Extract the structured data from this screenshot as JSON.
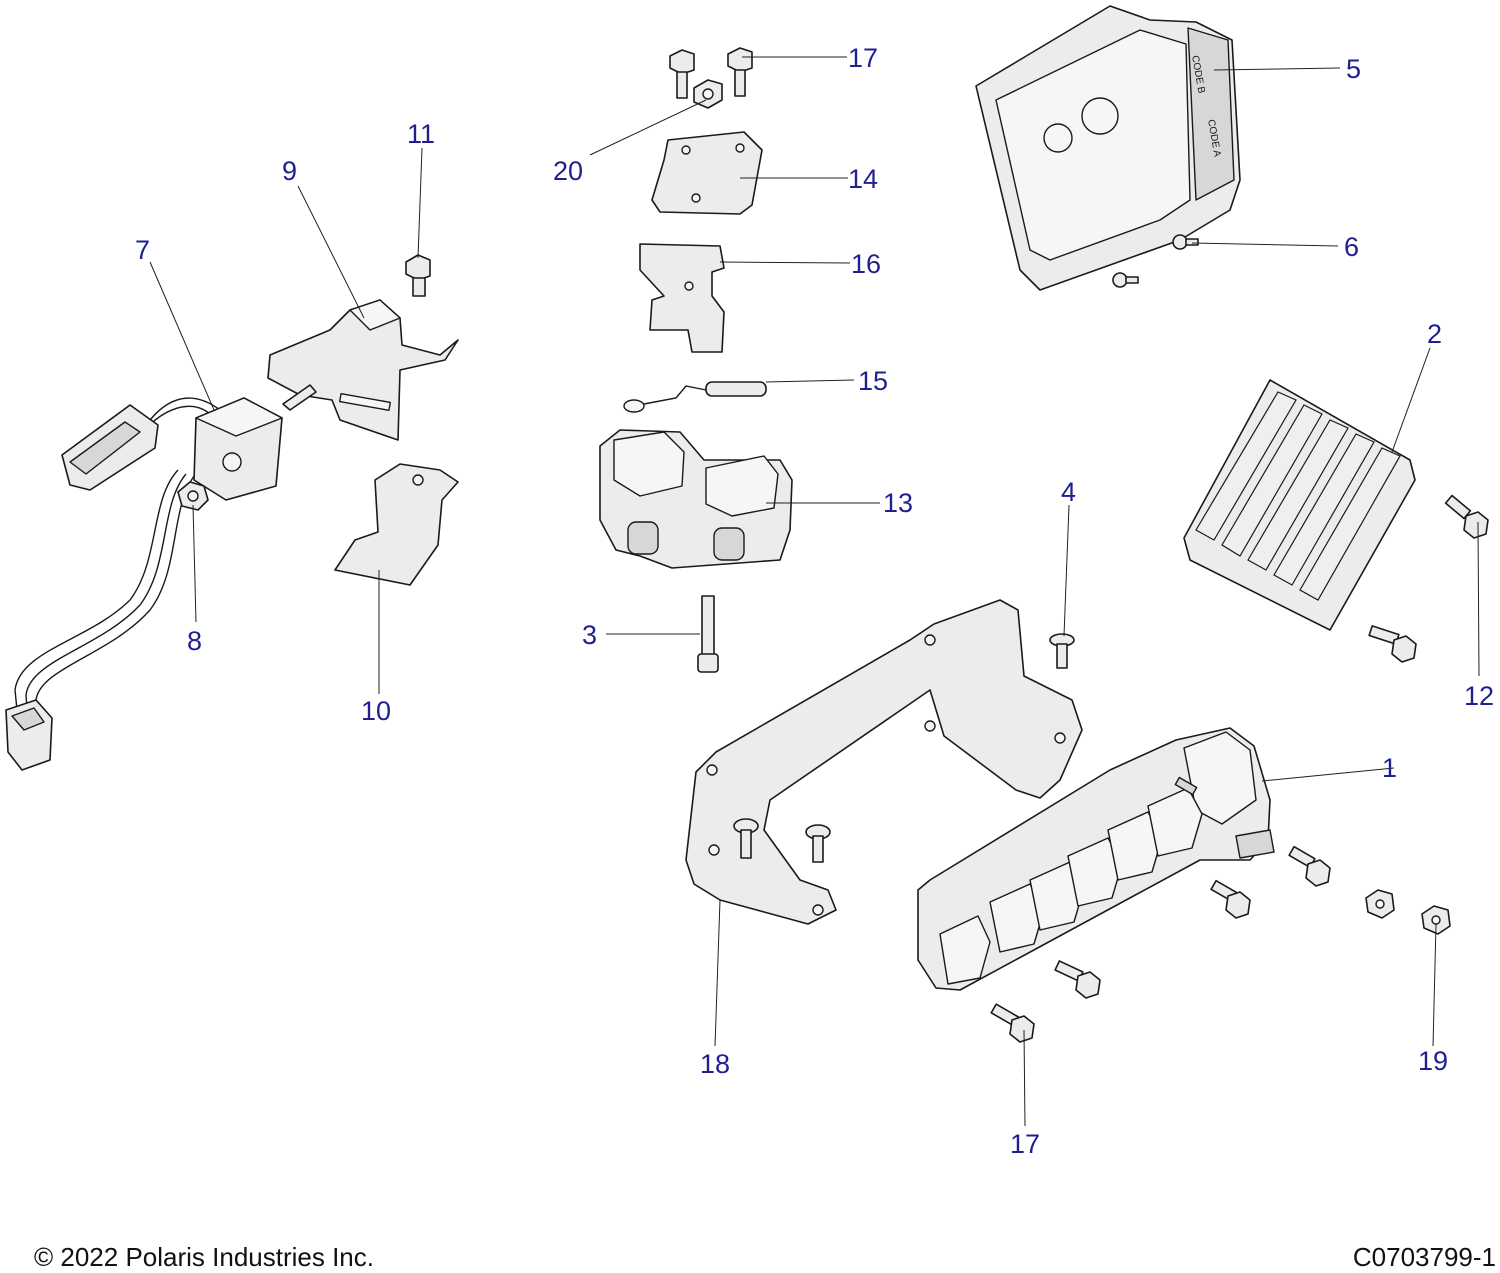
{
  "callouts": {
    "c1": "1",
    "c2": "2",
    "c3": "3",
    "c4": "4",
    "c5": "5",
    "c6": "6",
    "c7": "7",
    "c8": "8",
    "c9": "9",
    "c10": "10",
    "c11": "11",
    "c12": "12",
    "c13": "13",
    "c14": "14",
    "c15": "15",
    "c16": "16",
    "c17a": "17",
    "c17b": "17",
    "c18": "18",
    "c19": "19",
    "c20": "20"
  },
  "ecu_label": {
    "code_b": "CODE B",
    "code_a": "CODE A"
  },
  "footer": {
    "copyright": "© 2022 Polaris Industries Inc.",
    "drawing_number": "C0703799-1"
  },
  "colors": {
    "callout_text": "#1f1f8f",
    "line_art": "#1a1a1a",
    "part_fill": "#ececec"
  }
}
